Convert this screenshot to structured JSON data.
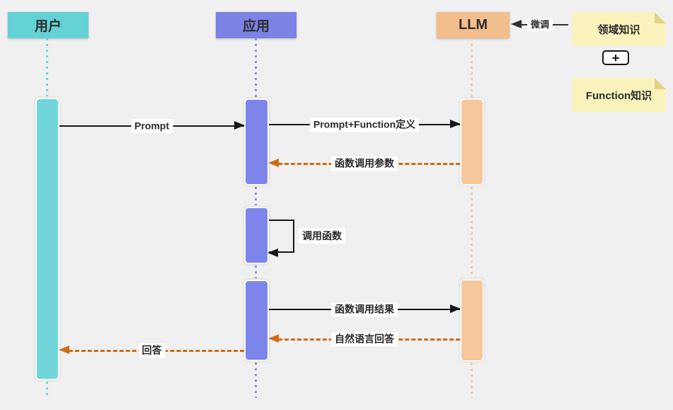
{
  "diagram_title": "LLM Function Calling sequence diagram",
  "colors": {
    "background": "#f0f0f1",
    "actor_user": "#63d1d5",
    "actor_app": "#7b82e4",
    "actor_llm": "#f2be8d",
    "activation_user": "#70d6d9",
    "activation_app": "#7c86ea",
    "activation_llm": "#f5c79b",
    "note_background": "#fbf3bd",
    "note_fold": "#e3d387",
    "solid_arrow": "#161616",
    "dashed_arrow": "#cf6c11",
    "text": "#2d2d2d"
  },
  "actors": [
    {
      "id": "user",
      "label": "用户"
    },
    {
      "id": "app",
      "label": "应用"
    },
    {
      "id": "llm",
      "label": "LLM"
    }
  ],
  "messages": [
    {
      "id": "prompt",
      "label": "Prompt",
      "from": "用户",
      "to": "应用",
      "style": "solid"
    },
    {
      "id": "prompt-function-def",
      "label": "Prompt+Function定义",
      "from": "应用",
      "to": "LLM",
      "style": "solid"
    },
    {
      "id": "function-call-params",
      "label": "函数调用参数",
      "from": "LLM",
      "to": "应用",
      "style": "dashed"
    },
    {
      "id": "call-function",
      "label": "调用函数",
      "from": "应用",
      "to": "应用",
      "style": "self-loop"
    },
    {
      "id": "function-call-result",
      "label": "函数调用结果",
      "from": "应用",
      "to": "LLM",
      "style": "solid"
    },
    {
      "id": "natural-lang-answer",
      "label": "自然语言回答",
      "from": "LLM",
      "to": "应用",
      "style": "dashed"
    },
    {
      "id": "answer",
      "label": "回答",
      "from": "应用",
      "to": "用户",
      "style": "dashed"
    }
  ],
  "annotations": {
    "finetune_label": "微调",
    "plus_symbol": "+",
    "notes": [
      {
        "id": "domain-knowledge",
        "label": "领域知识"
      },
      {
        "id": "function-knowledge",
        "label": "Function知识"
      }
    ]
  }
}
